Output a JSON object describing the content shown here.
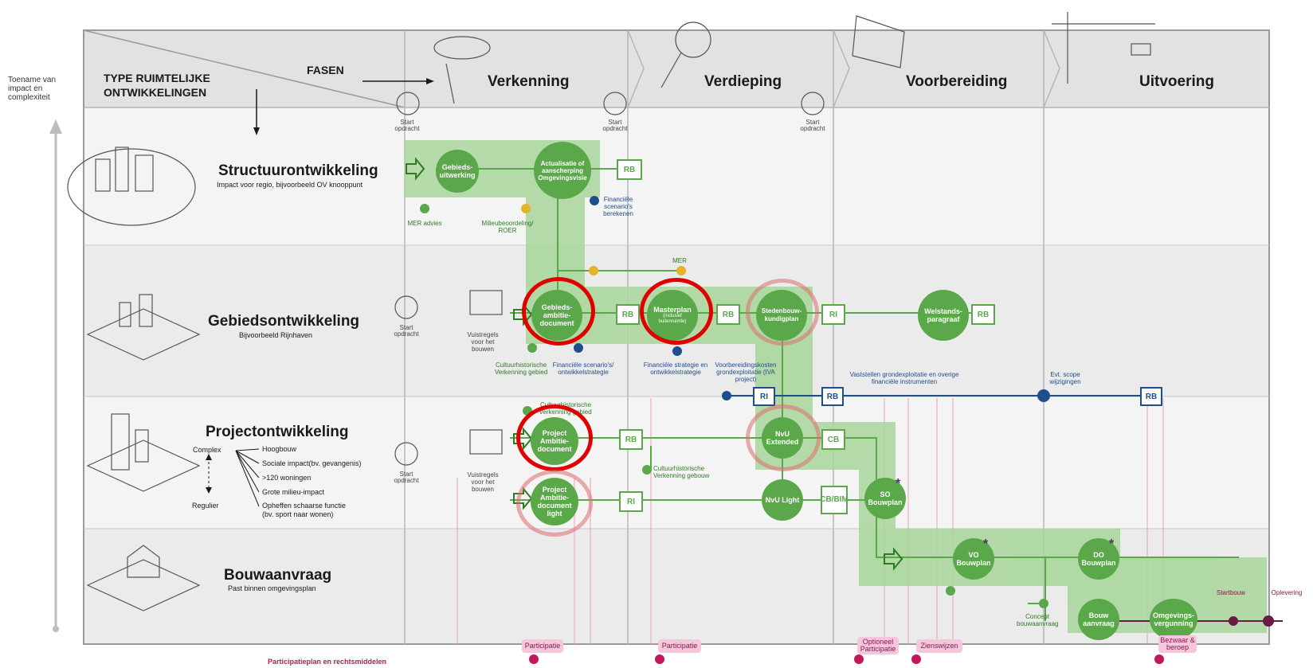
{
  "y_axis_label": "Toename van impact en complexiteit",
  "header": {
    "type_label_line1": "TYPE RUIMTELIJKE",
    "type_label_line2": "ONTWIKKELINGEN",
    "fasen_label": "FASEN",
    "start_opdracht": "Start opdracht"
  },
  "phases": [
    "Verkenning",
    "Verdieping",
    "Voorbereiding",
    "Uitvoering"
  ],
  "rows": [
    {
      "title": "Structuurontwikkeling",
      "subtitle": "Impact voor regio, bijvoorbeeld OV knooppunt"
    },
    {
      "title": "Gebiedsontwikkeling",
      "subtitle": "Bijvoorbeeld Rijnhaven"
    },
    {
      "title": "Projectontwikkeling",
      "subtitle": ""
    },
    {
      "title": "Bouwaanvraag",
      "subtitle": "Past binnen omgevingsplan"
    }
  ],
  "project_criteria": {
    "complex": "Complex",
    "regulier": "Regulier",
    "items": [
      "Hoogbouw",
      "Sociale impact(bv. gevangenis)",
      ">120 woningen",
      "Grote milieu-impact",
      "Opheffen schaarse functie",
      "(bv. sport naar wonen)"
    ]
  },
  "vuistregels": "Vuistregels voor het bouwen",
  "nodes": {
    "gebiedsuitwerking": "Gebieds-uitwerking",
    "actualisatie": "Actualisatie of aanscherping Omgevingsvisie",
    "gebiedsambitie": "Gebieds-ambitie-document",
    "masterplan": "Masterplan",
    "masterplan_sub": "(inclusief buitenruimte)",
    "stedenbouwkundigplan": "Stedenbouw-kundigplan",
    "welstandsparagraaf": "Welstands-paragraaf",
    "project_ambitie": "Project Ambitie-document",
    "project_ambitie_light": "Project Ambitie-document light",
    "nvu_extended": "NvU Extended",
    "nvu_light": "NvU Light",
    "so_bouwplan": "SO Bouwplan",
    "vo_bouwplan": "VO Bouwplan",
    "do_bouwplan": "DO Bouwplan",
    "bouw_aanvraag": "Bouw aanvraag",
    "omgevingsvergunning": "Omgevings-vergunning"
  },
  "boxes": {
    "rb": "RB",
    "ri": "RI",
    "cb": "CB",
    "cb_bim": "CB/BIM"
  },
  "notes": {
    "mer_advies": "MER advies",
    "milieubeoordeling": "Milieubeoordeling/ ROER",
    "financiele_scenarios": "Financiële scenario's berekenen",
    "mer": "MER",
    "cultuurhistorische_gebied": "Cultuurhistorische Verkenning gebied",
    "financiele_ontwikkelstrategie": "Financiële scenario's/ ontwikkelstrategie",
    "financiele_strategie": "Financiële strategie en ontwikkelstrategie",
    "voorbereidingskosten": "Voorbereidingskosten grondexploitatie (IVA project)",
    "vaststellen": "Vaststellen grondexploitatie en overige financiële instrumenten",
    "evt_scope": "Evt. scope wijzigingen",
    "cultuurhistorische_verkenning_gebied2": "Cultuurhistorische verkenning gebied",
    "cultuurhistorische_gebouw": "Cultuurhistorische Verkenning gebouw",
    "concept_bouwaanvraag": "Concept bouwaanvraag",
    "startbouw": "Startbouw",
    "oplevering": "Oplevering"
  },
  "pills": [
    "Participatie",
    "Participatie",
    "Optioneel Participatie",
    "Zienswijzen",
    "Bezwaar & beroep"
  ],
  "footer": "Participatieplan en rechtsmiddelen",
  "colors": {
    "green": "#5aa84a",
    "light_green": "#a8d69b",
    "blue": "#1f4e8c",
    "highlight_red": "#e00000",
    "pink": "#f6c6dc"
  }
}
